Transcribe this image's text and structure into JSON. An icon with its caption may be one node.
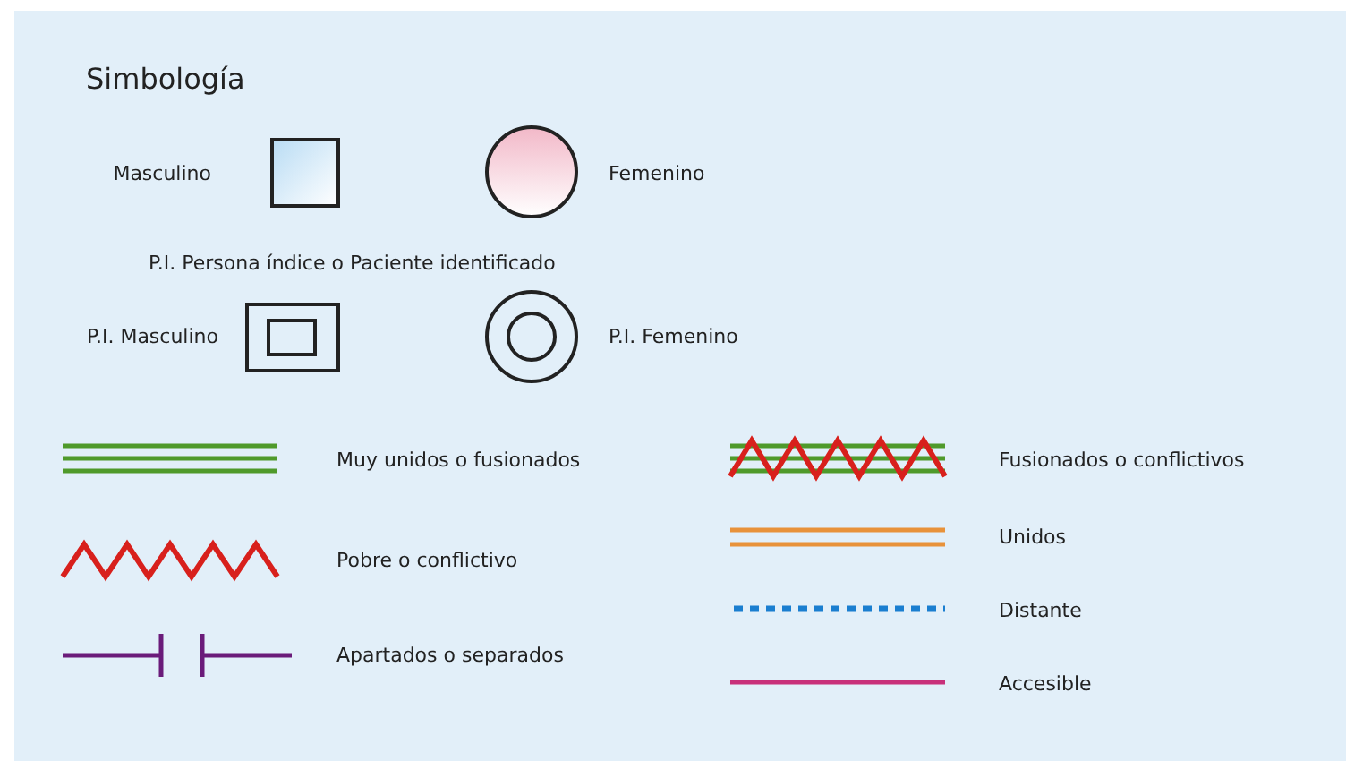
{
  "diagram": {
    "title": "Simbología",
    "labels": [
      "P.I.  Persona índice o Paciente identificado"
    ],
    "legend": [
      {
        "text": "Masculino"
      },
      {
        "text": "Femenino"
      },
      {
        "text": "P.I. Masculino"
      },
      {
        "text": "P.I. Femenino"
      },
      {
        "text": "Muy unidos o fusionados"
      },
      {
        "text": "Fusionados o conflictivos"
      },
      {
        "text": "Pobre o conflictivo"
      },
      {
        "text": "Unidos"
      },
      {
        "text": "Apartados o separados"
      },
      {
        "text": "Distante"
      },
      {
        "text": "Accesible"
      }
    ]
  }
}
